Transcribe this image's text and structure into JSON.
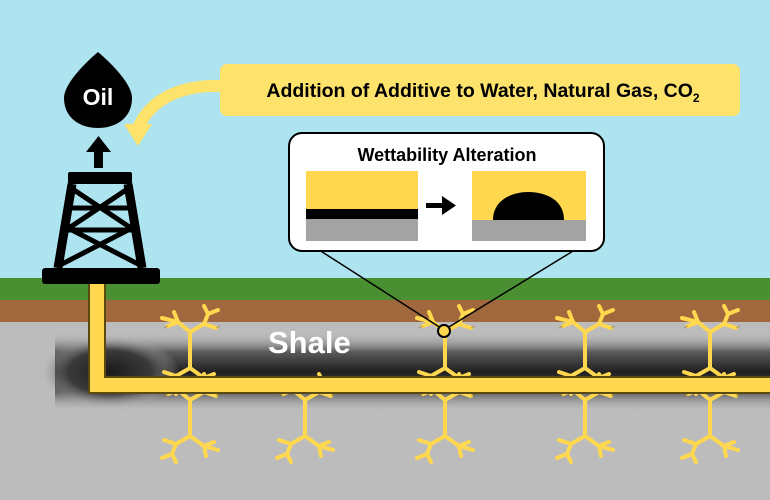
{
  "oil_drop": {
    "label": "Oil"
  },
  "banner": {
    "text": "Addition of Additive to Water, Natural Gas, CO",
    "subscript": "2"
  },
  "inset": {
    "title": "Wettability Alteration"
  },
  "formation": {
    "label": "Shale"
  },
  "colors": {
    "sky": "#aee4f0",
    "grass": "#4a8f32",
    "soil": "#a0683c",
    "shale": "#bcbcbc",
    "shale_dark": "#2e2e2e",
    "fluid_yellow": "#ffd84f",
    "banner_yellow": "#fde26b",
    "rock_gray": "#a3a3a3"
  },
  "icons": [
    "oil-drop-icon",
    "up-arrow-icon",
    "derrick-icon",
    "curved-arrow-icon",
    "right-arrow-icon",
    "fracture-icon"
  ]
}
